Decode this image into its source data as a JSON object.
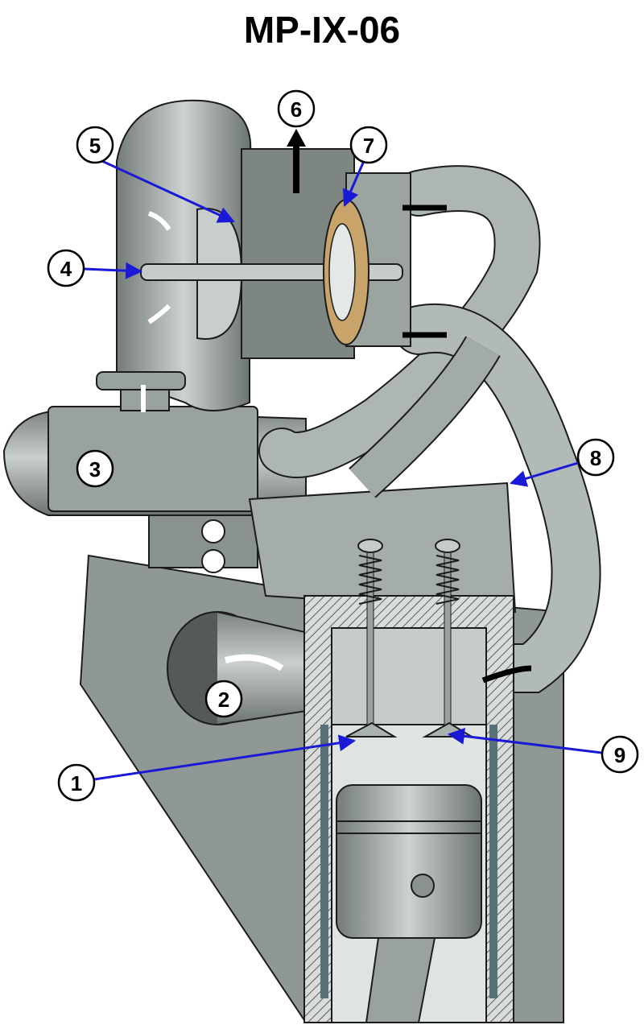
{
  "title": "MP-IX-06",
  "colors": {
    "metal": "#a9b1ad",
    "metal_dark": "#6f7773",
    "metal_light": "#d2d8d5",
    "turbine_blade": "#c8a46a",
    "callout_arrow": "#1a1ad6",
    "outline": "#1c1c1c"
  },
  "callouts": [
    {
      "label": "1"
    },
    {
      "label": "2"
    },
    {
      "label": "3"
    },
    {
      "label": "4"
    },
    {
      "label": "5"
    },
    {
      "label": "6"
    },
    {
      "label": "7"
    },
    {
      "label": "8"
    },
    {
      "label": "9"
    }
  ]
}
